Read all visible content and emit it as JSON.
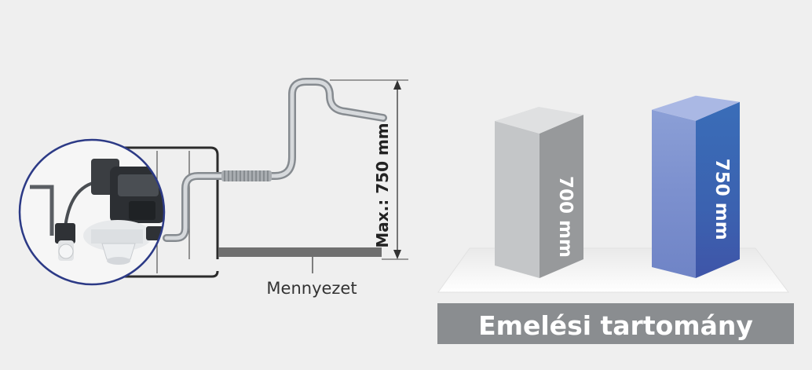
{
  "installation": {
    "max_height_label": "Max.: 750 mm",
    "ceiling_label": "Mennyezet"
  },
  "lift_range": {
    "footer_label": "Emelési tartomány",
    "bars": [
      {
        "label": "700 mm",
        "value_mm": 700,
        "color": "#b9bcbf"
      },
      {
        "label": "750 mm",
        "value_mm": 750,
        "color": "#3f64b3"
      }
    ]
  },
  "colors": {
    "background": "#efefef",
    "pipe": "#9aa0a6",
    "ceiling": "#6f6f6f",
    "footer_bar": "#8a8d90",
    "footer_text": "#ffffff",
    "accent_blue": "#3f64b3"
  }
}
